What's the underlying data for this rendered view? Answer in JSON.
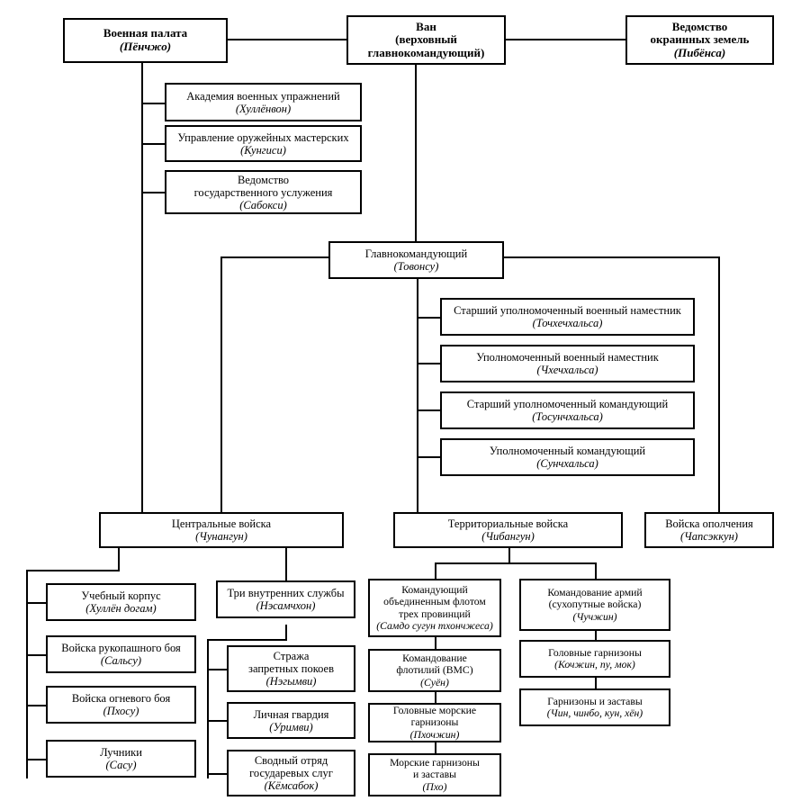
{
  "diagram": {
    "title": "Military organization chart of Joseon Korea",
    "line_color": "#000000",
    "background": "#ffffff"
  },
  "nodes": {
    "military_chamber": {
      "line1": "Военная палата",
      "line2": "(Пёнчжо)"
    },
    "van": {
      "line1": "Ван",
      "line2": "(верховный",
      "line3": "главнокомандующий)"
    },
    "border_lands": {
      "line1": "Ведомство",
      "line2": "окраинных земель",
      "line3": "(Пибёнса)"
    },
    "academy": {
      "line1": "Академия военных упражнений",
      "line2": "(Хуллёнвон)"
    },
    "armory": {
      "line1": "Управление оружейных мастерских",
      "line2": "(Кунгиси)"
    },
    "state_service": {
      "line1": "Ведомство",
      "line2": "государственного услужения",
      "line3": "(Сабокси)"
    },
    "commander_in_chief": {
      "line1": "Главнокомандующий",
      "line2": "(Товонсу)"
    },
    "senior_mil_deputy": {
      "line1": "Старший уполномоченный военный наместник",
      "line2": "(Точхечхальса)"
    },
    "mil_deputy": {
      "line1": "Уполномоченный военный наместник",
      "line2": "(Чхечхальса)"
    },
    "senior_commander": {
      "line1": "Старший уполномоченный командующий",
      "line2": "(Тосунчхальса)"
    },
    "commander": {
      "line1": "Уполномоченный командующий",
      "line2": "(Сунчхальса)"
    },
    "central_troops": {
      "line1": "Центральные войска",
      "line2": "(Чунангун)"
    },
    "territorial_troops": {
      "line1": "Территориальные войска",
      "line2": "(Чибангун)"
    },
    "militia_troops": {
      "line1": "Войска ополчения",
      "line2": "(Чапсэккун)"
    },
    "training_corps": {
      "line1": "Учебный корпус",
      "line2": "(Хуллён догам)"
    },
    "melee_troops": {
      "line1": "Войска рукопашного боя",
      "line2": "(Сальсу)"
    },
    "fire_troops": {
      "line1": "Войска огневого боя",
      "line2": "(Пхосу)"
    },
    "archers": {
      "line1": "Лучники",
      "line2": "(Сасу)"
    },
    "three_services": {
      "line1": "Три внутренних службы",
      "line2": "(Нэсамчхон)"
    },
    "forbidden_guard": {
      "line1": "Стража",
      "line2": "запретных покоев",
      "line3": "(Нэгымви)"
    },
    "personal_guard": {
      "line1": "Личная гвардия",
      "line2": "(Уримви)"
    },
    "royal_servants": {
      "line1": "Сводный отряд",
      "line2": "государевых слуг",
      "line3": "(Кёмсабок)"
    },
    "three_prov_fleet": {
      "line1": "Командующий",
      "line2": "объединенным флотом",
      "line3": "трех провинций",
      "line4": "(Самдо сугун тхончжеса)"
    },
    "flotilla_command": {
      "line1": "Командование",
      "line2": "флотилий (ВМС)",
      "line3": "(Суён)"
    },
    "head_naval_garrison": {
      "line1": "Головные морские",
      "line2": "гарнизоны",
      "line3": "(Пхочжин)"
    },
    "naval_garrisons": {
      "line1": "Морские гарнизоны",
      "line2": "и заставы",
      "line3": "(Пхо)"
    },
    "army_command": {
      "line1": "Командование армий",
      "line2": "(сухопутные войска)",
      "line3": "(Чучжин)"
    },
    "head_garrisons": {
      "line1": "Головные гарнизоны",
      "line2": "(Кочжин, пу, мок)"
    },
    "garrisons_outposts": {
      "line1": "Гарнизоны и заставы",
      "line2": "(Чин, чинбо, кун, хён)"
    }
  }
}
